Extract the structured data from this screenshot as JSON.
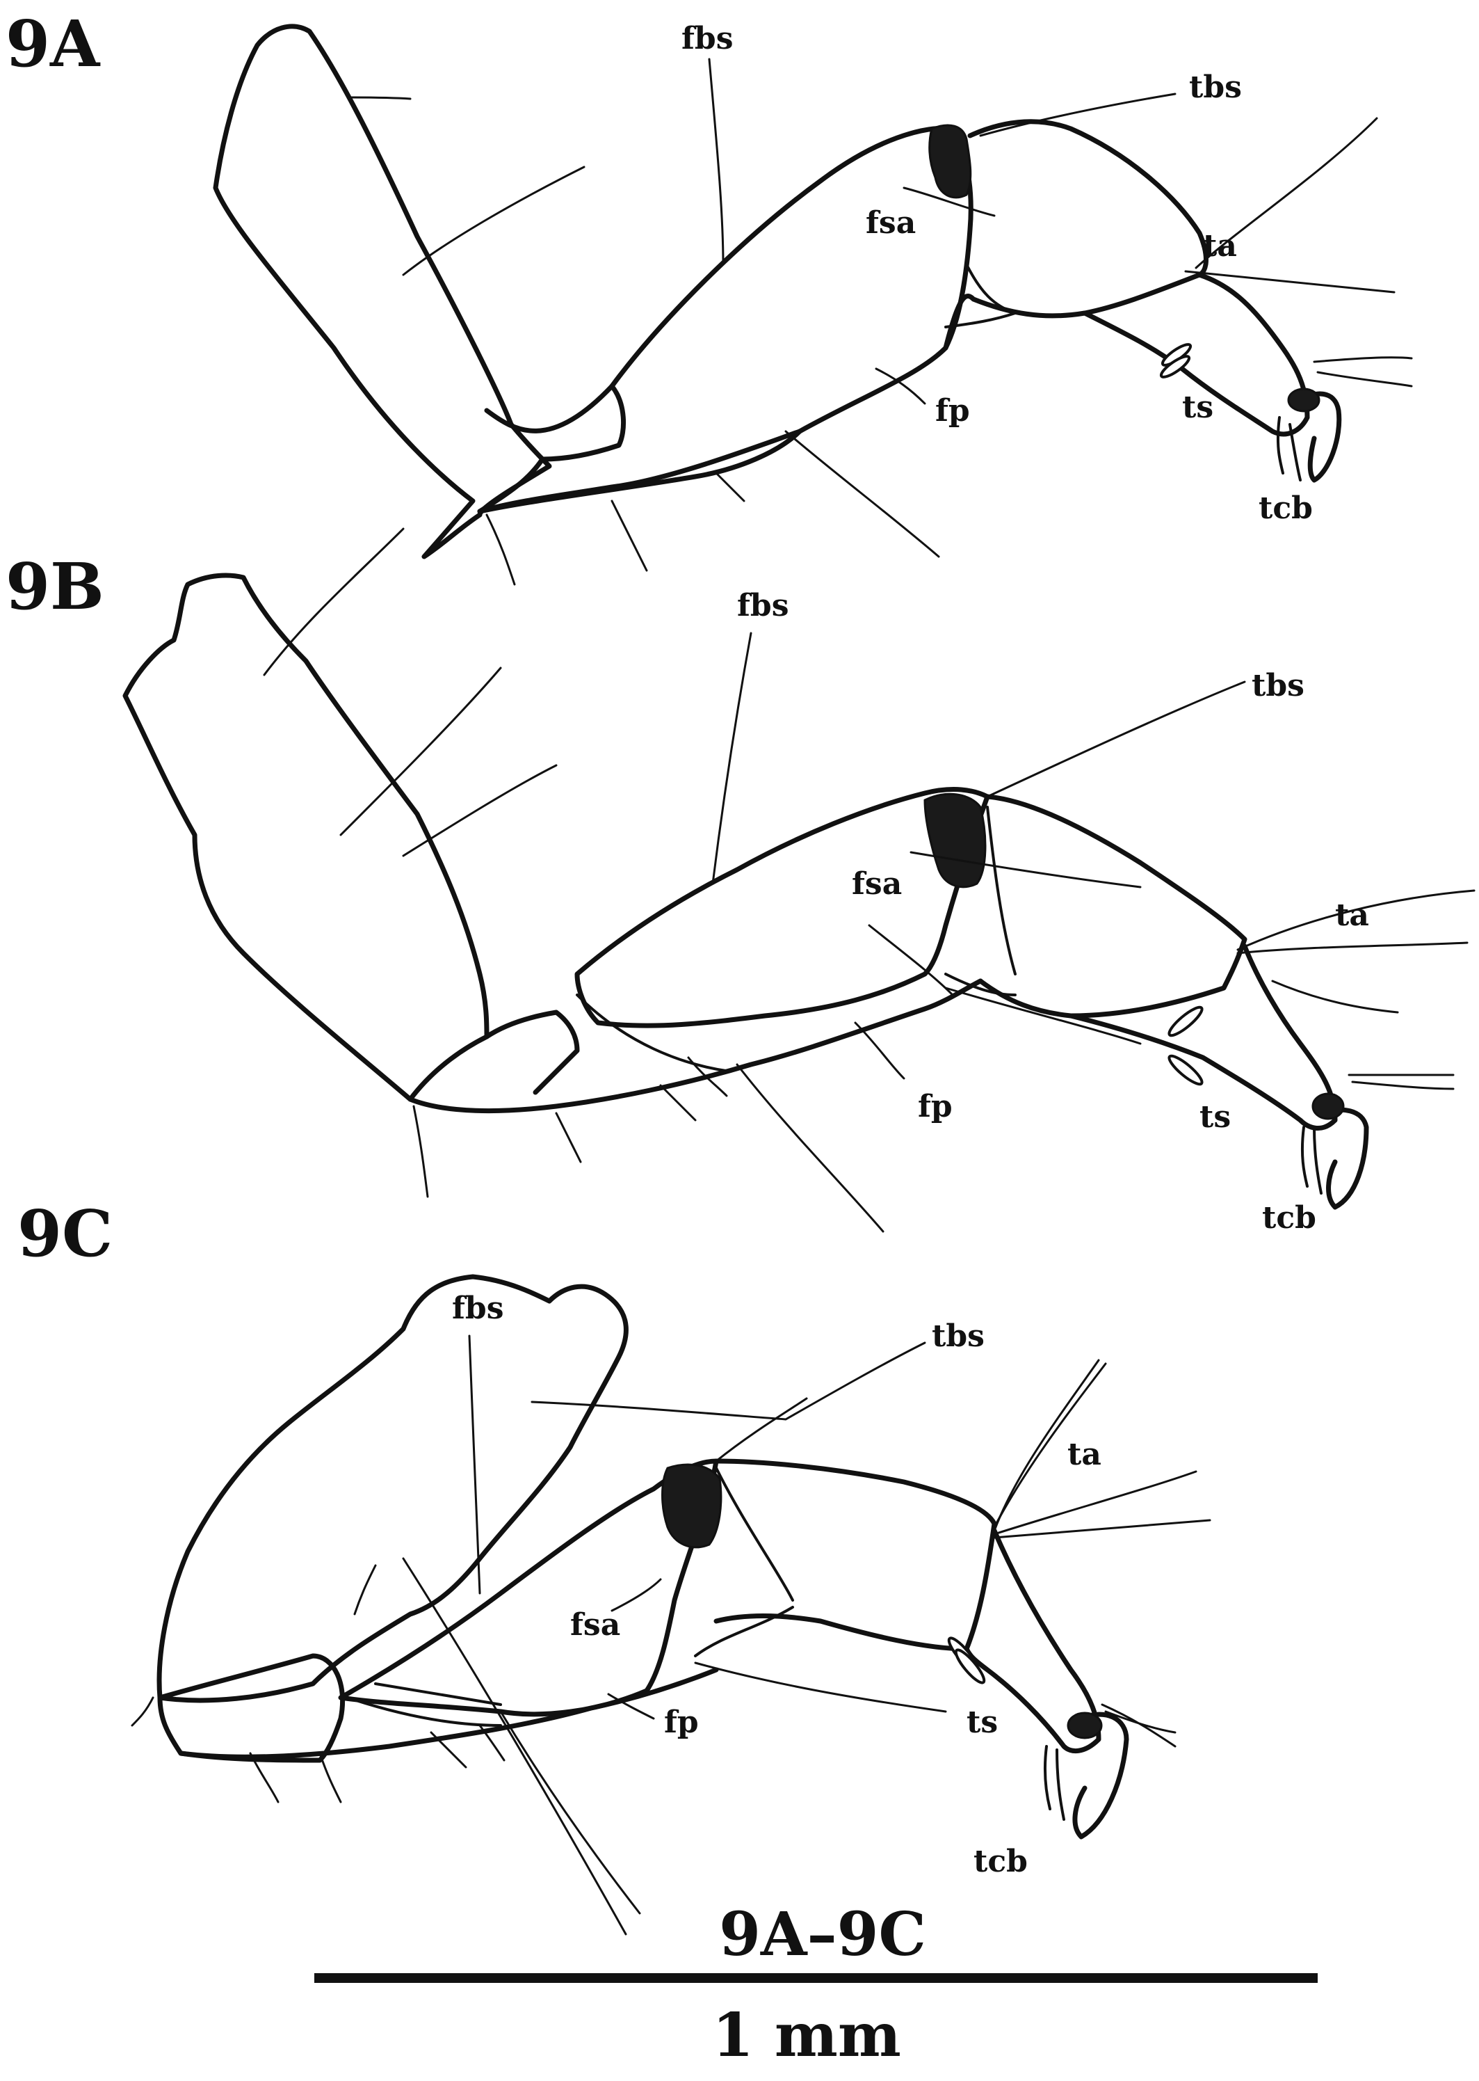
{
  "panels": [
    {
      "id": "9A",
      "label": "9A",
      "structures": [
        "fbs",
        "tbs",
        "fsa",
        "ta",
        "fp",
        "ts",
        "tcb"
      ]
    },
    {
      "id": "9B",
      "label": "9B",
      "structures": [
        "fbs",
        "tbs",
        "fsa",
        "ta",
        "fp",
        "ts",
        "tcb"
      ]
    },
    {
      "id": "9C",
      "label": "9C",
      "structures": [
        "fbs",
        "tbs",
        "ta",
        "fsa",
        "fp",
        "ts",
        "tcb"
      ]
    }
  ],
  "scale_bar": {
    "caption": "9A–9C",
    "length_label": "1 mm"
  }
}
